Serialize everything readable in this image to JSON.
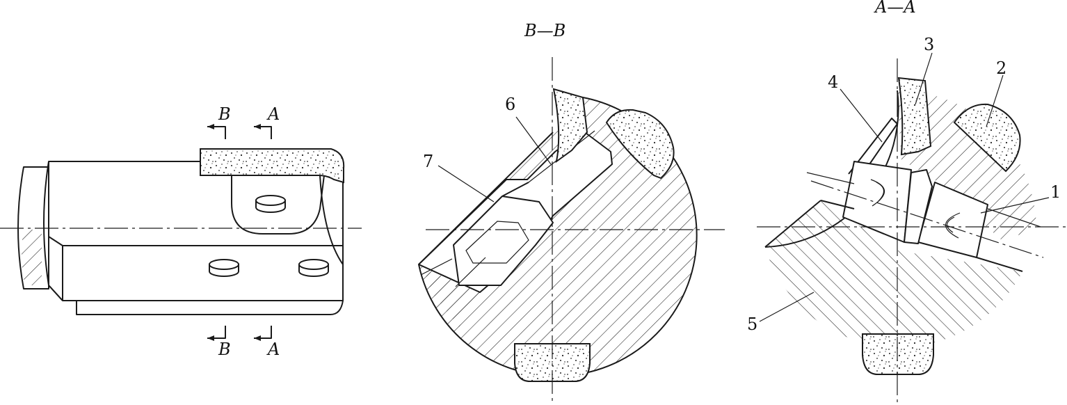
{
  "views": {
    "section_bb": {
      "title": "B—B"
    },
    "section_aa": {
      "title": "A—A"
    }
  },
  "cut_markers": [
    {
      "name": "cut-b-top",
      "letter": "B"
    },
    {
      "name": "cut-a-top",
      "letter": "A"
    },
    {
      "name": "cut-b-bottom",
      "letter": "B"
    },
    {
      "name": "cut-a-bottom",
      "letter": "A"
    }
  ],
  "part_labels": [
    "1",
    "2",
    "3",
    "4",
    "5",
    "6",
    "7"
  ]
}
